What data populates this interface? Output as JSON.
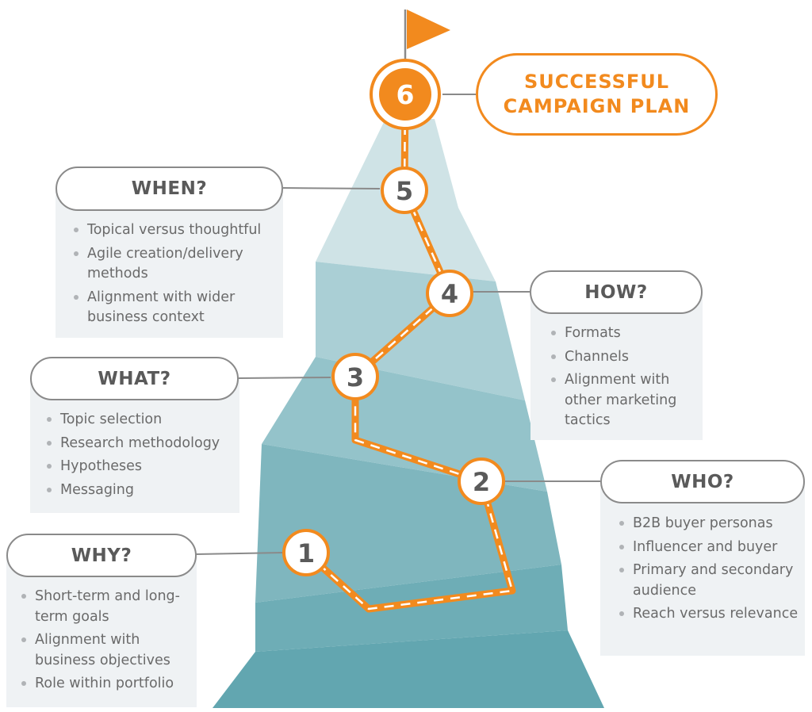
{
  "goal": {
    "number": "6",
    "line1": "SUCCESSFUL",
    "line2": "CAMPAIGN PLAN"
  },
  "stages": [
    {
      "number": "1",
      "title": "WHY?",
      "items": [
        "Short-term and long-term goals",
        "Alignment with business objectives",
        "Role within portfolio"
      ]
    },
    {
      "number": "2",
      "title": "WHO?",
      "items": [
        "B2B buyer personas",
        "Influencer and buyer",
        "Primary and secondary audience",
        "Reach versus relevance"
      ]
    },
    {
      "number": "3",
      "title": "WHAT?",
      "items": [
        "Topic selection",
        "Research methodology",
        "Hypotheses",
        "Messaging"
      ]
    },
    {
      "number": "4",
      "title": "HOW?",
      "items": [
        "Formats",
        "Channels",
        "Alignment with other marketing tactics"
      ]
    },
    {
      "number": "5",
      "title": "WHEN?",
      "items": [
        "Topical versus thoughtful",
        "Agile creation/delivery methods",
        "Alignment with wider business context"
      ]
    }
  ],
  "colors": {
    "accent": "#f28a1e",
    "mountain_light": "#cfe3e6",
    "mountain_dark": "#5ea3ae",
    "outline_grey": "#8a8a8a",
    "text_grey": "#6a6a6a"
  }
}
